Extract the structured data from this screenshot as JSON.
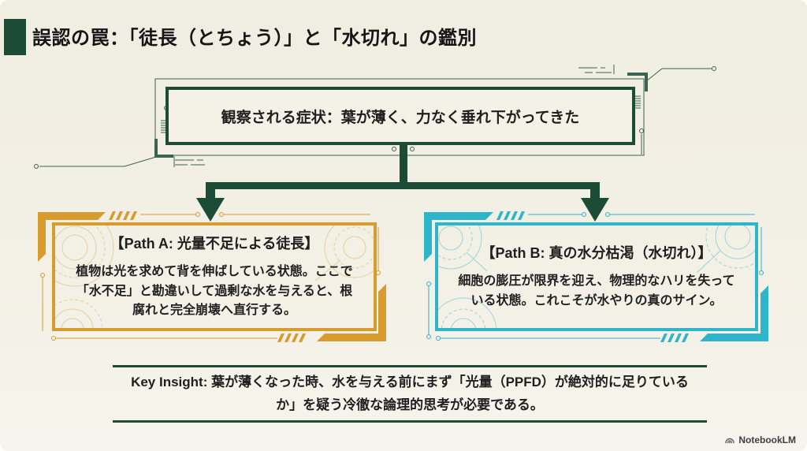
{
  "slide": {
    "title": "誤認の罠：「徒長（とちょう）」と「水切れ」の鑑別",
    "top_box": {
      "text": "観察される症状：葉が薄く、力なく垂れ下がってきた"
    },
    "path_a": {
      "title": "【Path A: 光量不足による徒長】",
      "body": "植物は光を求めて背を伸ばしている状態。ここで「水不足」と勘違いして過剰な水を与えると、根腐れと完全崩壊へ直行する。"
    },
    "path_b": {
      "title": "【Path B: 真の水分枯渇（水切れ）】",
      "body": "細胞の膨圧が限界を迎え、物理的なハリを失っている状態。これこそが水やりの真のサイン。"
    },
    "key_insight": {
      "text": "Key Insight: 葉が薄くなった時、水を与える前にまず「光量（PPFD）が絶対的に足りているか」を疑う冷徹な論理的思考が必要である。"
    },
    "footer": {
      "brand": "NotebookLM",
      "logo_icon": "notebooklm-arc-icon"
    },
    "colors": {
      "background": "#F2EFE4",
      "dark_green": "#1C4B36",
      "orange": "#D89B2E",
      "cyan": "#2FB5C9",
      "text": "#1F1F1F"
    }
  }
}
